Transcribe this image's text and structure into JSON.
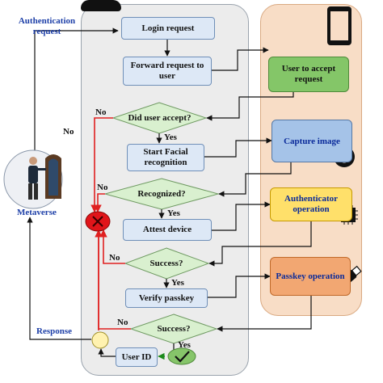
{
  "processes": {
    "login_request": "Login request",
    "forward_request": "Forward request to user",
    "start_facial": "Start Facial recognition",
    "attest_device": "Attest device",
    "verify_passkey": "Verify passkey",
    "user_id": "User ID"
  },
  "decisions": {
    "did_user_accept": "Did user accept?",
    "recognized": "Recognized?",
    "success_1": "Success?",
    "success_2": "Success?"
  },
  "device_steps": {
    "user_accept": "User to accept request",
    "capture_image": "Capture image",
    "authenticator_op": "Authenticator operation",
    "passkey_op": "Passkey operation"
  },
  "edge_labels": {
    "yes": "Yes",
    "no": "No"
  },
  "actors": {
    "metaverse": "Metaverse",
    "authentication_request": "Authentication request",
    "response": "Response"
  },
  "icons": [
    "phone-icon",
    "smile-face-icon",
    "chip-icon",
    "usb-key-icon",
    "cross-icon",
    "checkmark-icon",
    "avatar-icon"
  ],
  "colors": {
    "process_fill": "#dde8f6",
    "decision_fill": "#d9f0cf",
    "failure_line": "#e02020",
    "failure_node": "#e0151a",
    "device_lane": "#f8ddc6",
    "server_lane": "#ececec",
    "label_blue": "#1d3fa8"
  }
}
